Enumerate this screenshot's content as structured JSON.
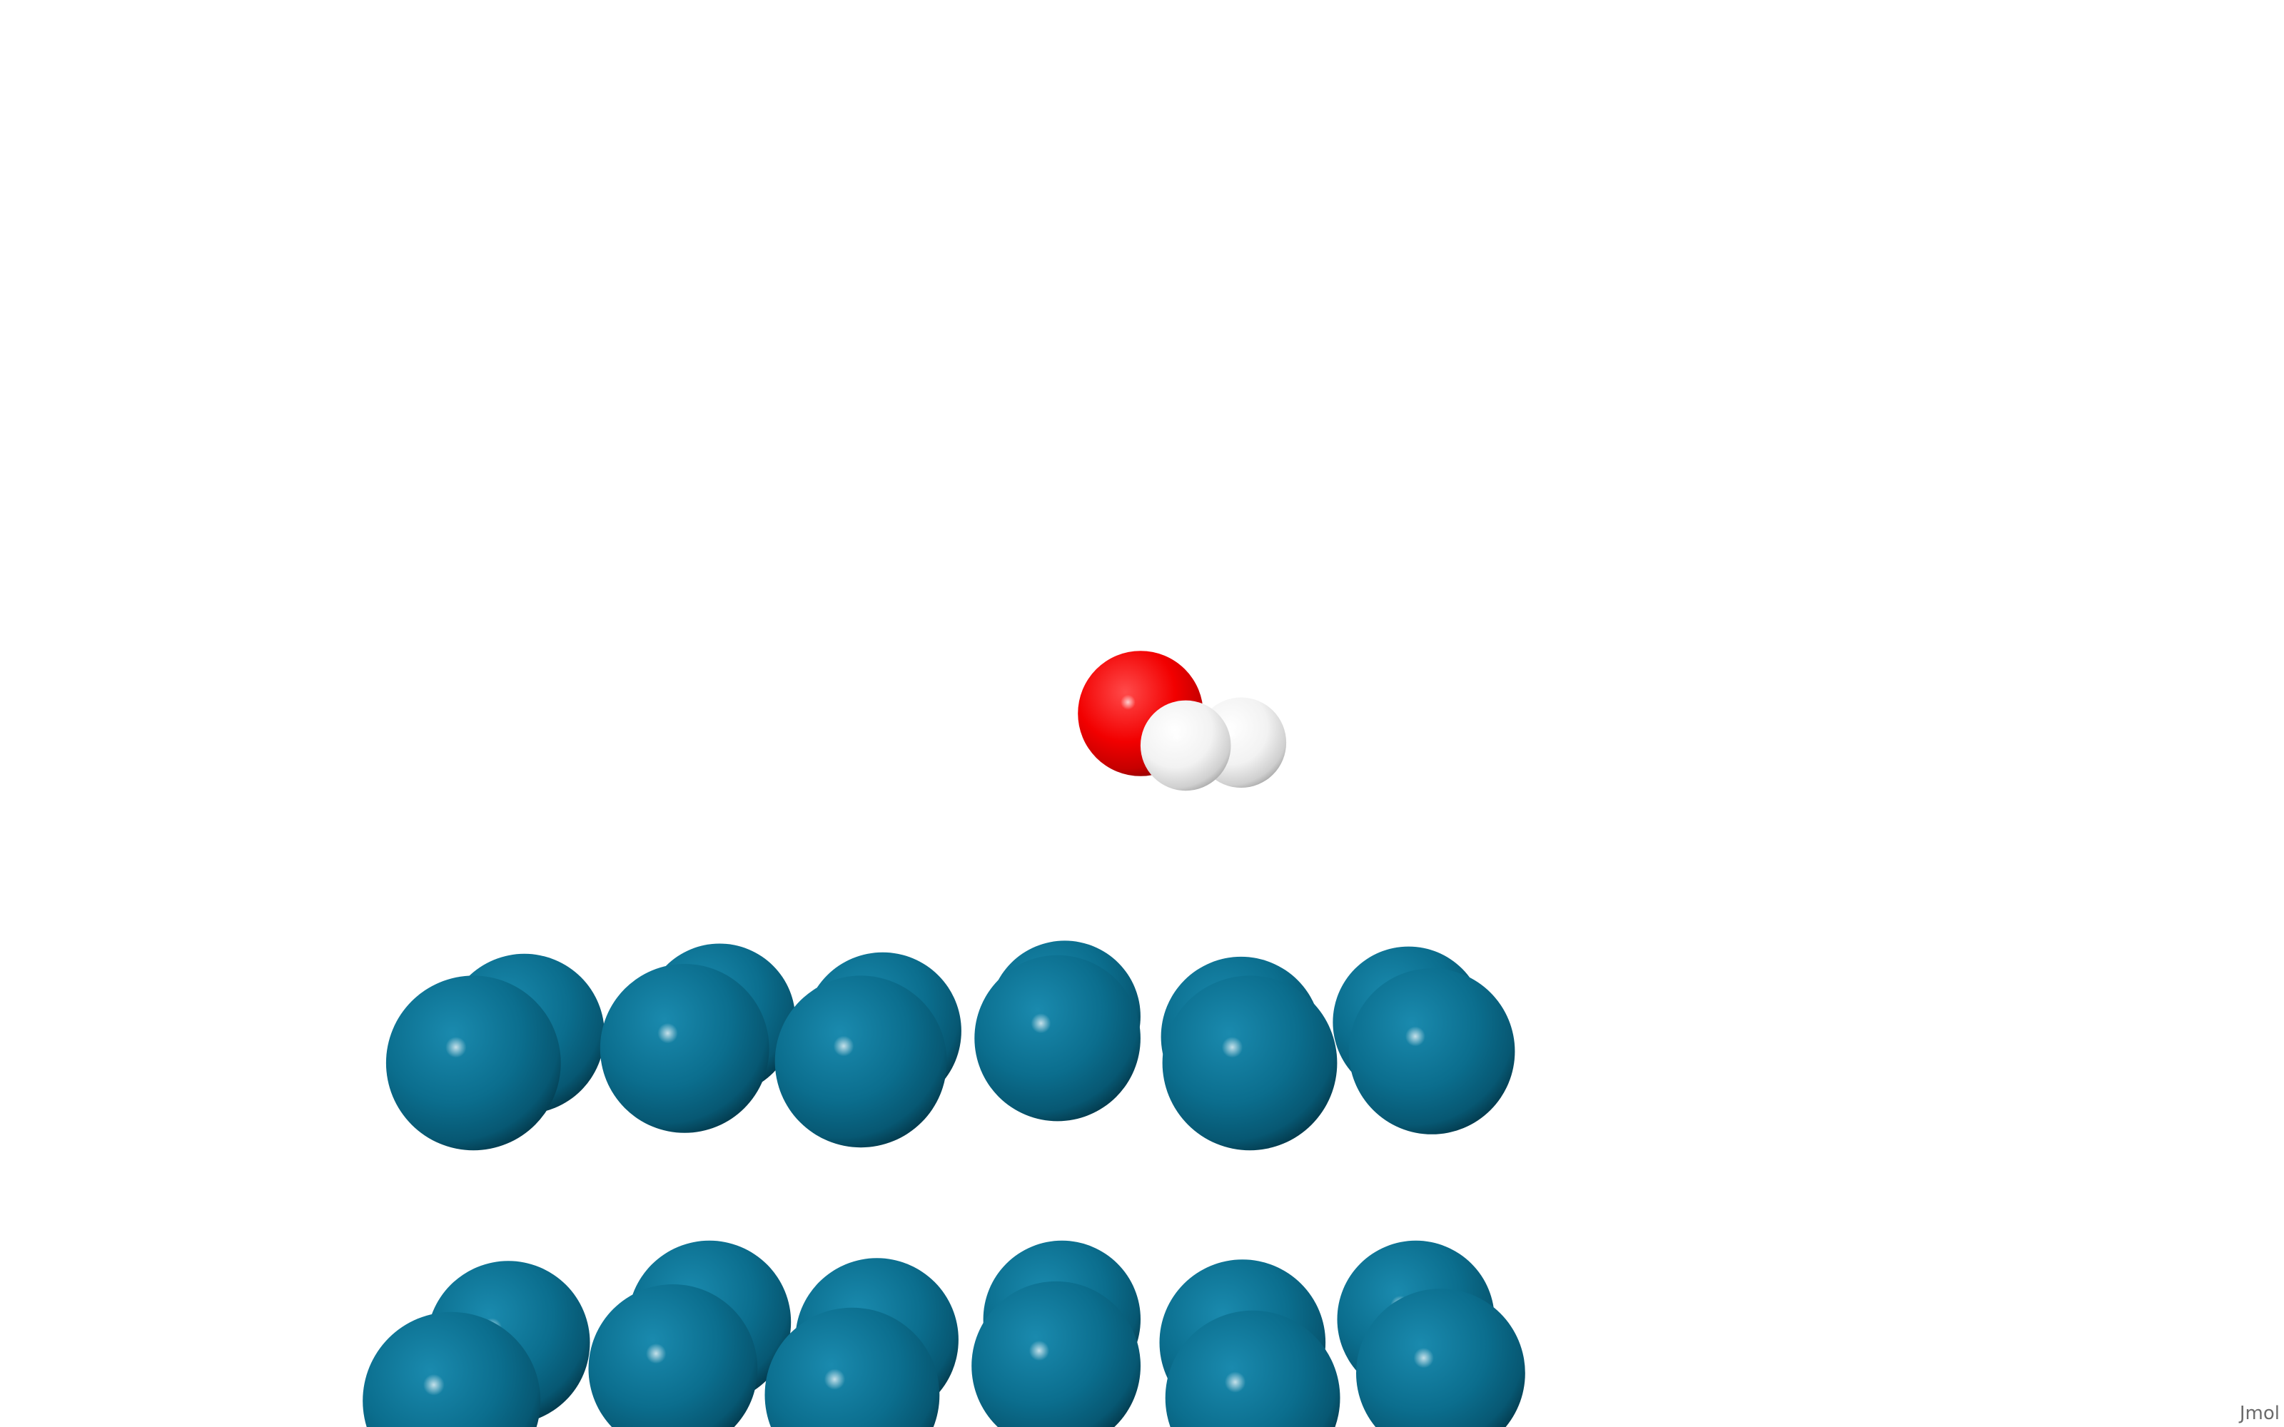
{
  "viewer": {
    "watermark": "Jmol",
    "background_color": "#ffffff"
  },
  "molecule": {
    "atoms": [
      {
        "element": "O",
        "color": "#ff0d0d"
      },
      {
        "element": "H",
        "color": "#ffffff"
      },
      {
        "element": "H",
        "color": "#ffffff"
      }
    ]
  },
  "surface": {
    "atom_color": "#0b6e8e",
    "layers": 2
  }
}
